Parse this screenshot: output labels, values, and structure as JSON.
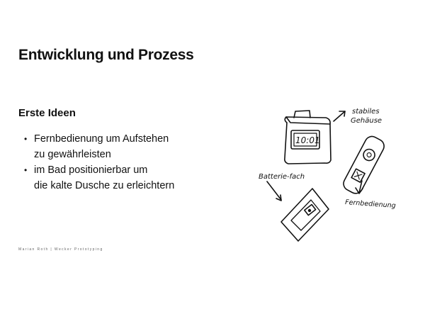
{
  "slide": {
    "title": "Entwicklung und Prozess",
    "section_heading": "Erste Ideen",
    "bullets": [
      {
        "lines": [
          "Fernbedienung um Aufstehen",
          "zu gewährleisten"
        ]
      },
      {
        "lines": [
          "im Bad positionierbar um",
          "die kalte Dusche zu erleichtern"
        ]
      }
    ],
    "bullet_symbol": "•",
    "footer": "Marian Roth | Wecker Prototyping"
  },
  "sketch": {
    "display_text": "10:01",
    "labels": {
      "housing_line1": "stabiles",
      "housing_line2": "Gehäuse",
      "battery": "Batterie-fach",
      "remote": "Fernbedienung"
    }
  },
  "colors": {
    "text": "#111111",
    "footer": "#666666",
    "background": "#ffffff"
  }
}
